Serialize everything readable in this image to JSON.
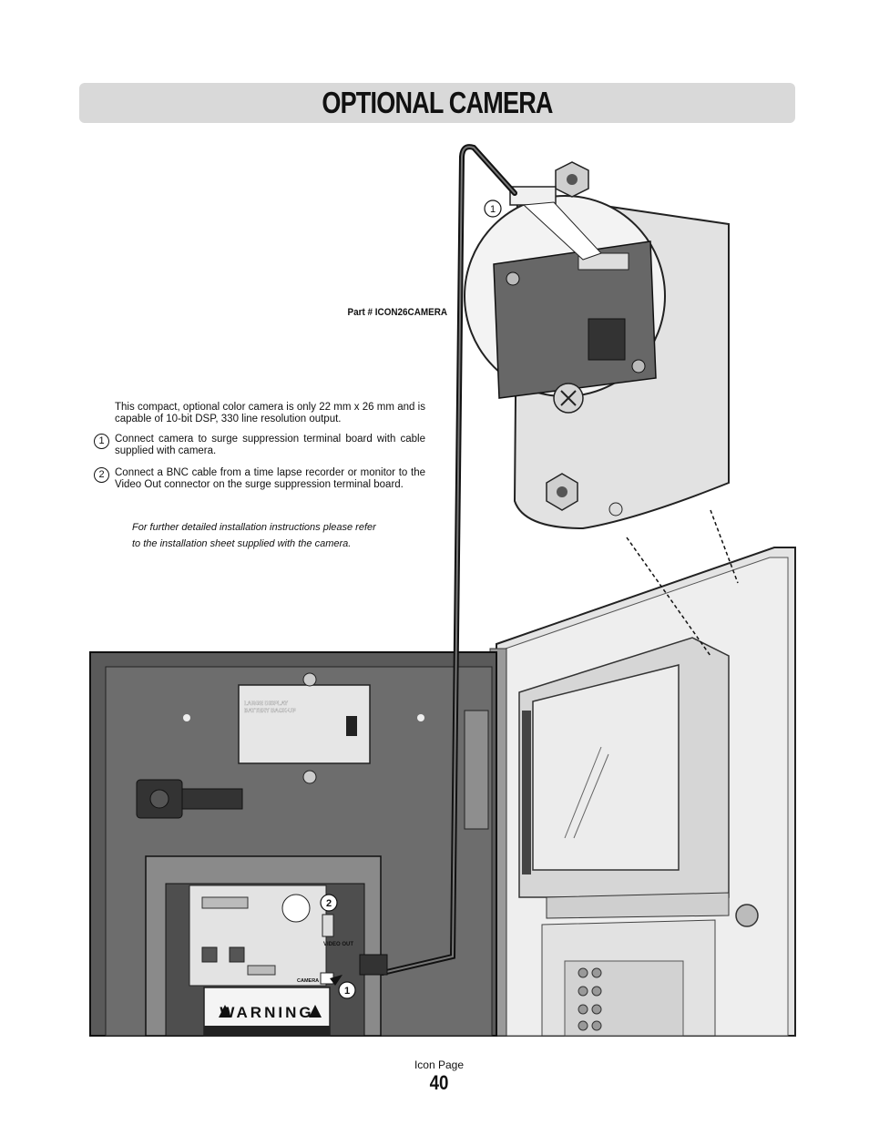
{
  "header": {
    "title": "OPTIONAL CAMERA"
  },
  "part_number": "Part # ICON26CAMERA",
  "intro_text": "This compact, optional color camera is only 22 mm x 26 mm and is capable of 10-bit DSP, 330 line resolution output.",
  "steps": [
    {
      "number": "1",
      "text": "Connect camera to surge suppression terminal board with cable supplied with camera."
    },
    {
      "number": "2",
      "text": "Connect a BNC cable from a time lapse recorder or monitor to the Video Out connector on the surge suppression terminal board."
    }
  ],
  "note_lines": [
    "For further detailed installation instructions please refer",
    "to the installation sheet supplied with the camera."
  ],
  "illustration": {
    "callout_1": "1",
    "callout_2": "2",
    "battery_label_line1": "LARGE DISPLAY",
    "battery_label_line2": "BATTERY BACK-UP",
    "video_out_label": "VIDEO OUT",
    "camera_label": "CAMERA",
    "warning_label": "WARNING"
  },
  "footer": {
    "label": "Icon Page",
    "page_number": "40"
  }
}
